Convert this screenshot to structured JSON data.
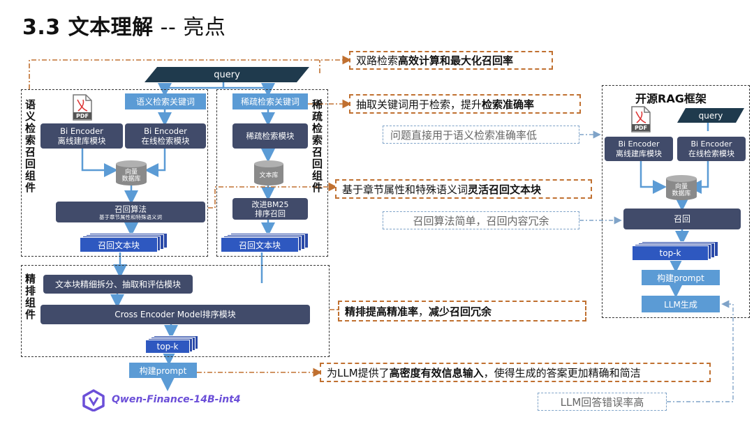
{
  "title": {
    "main": "3.3 文本理解",
    "sub": " -- 亮点"
  },
  "query_label": "query",
  "semantic_group": {
    "label": "语义检索召回组件",
    "keyword_box": "语义检索关键词",
    "offline": {
      "line1": "Bi Encoder",
      "line2": "离线建库模块"
    },
    "online": {
      "line1": "Bi Encoder",
      "line2": "在线检索模块"
    },
    "db": {
      "line1": "向量",
      "line2": "数据库"
    },
    "recall": {
      "line1": "召回算法",
      "line2": "基于章节属性和特殊语义词"
    },
    "chunks": "召回文本块"
  },
  "sparse_group": {
    "label": "稀疏检索召回组件",
    "keyword_box": "稀疏检索关键词",
    "module": "稀疏检索模块",
    "db": "文本库",
    "bm25": {
      "line1": "改进BM25",
      "line2": "排序召回"
    },
    "chunks": "召回文本块"
  },
  "rank_group": {
    "label": "精排组件",
    "split": "文本块精细拆分、抽取和评估模块",
    "cross": "Cross Encoder Model排序模块",
    "topk": "top-k"
  },
  "build_prompt": "构建prompt",
  "logo_text": "Qwen-Finance-14B-int4",
  "callouts": {
    "c1": {
      "normal": "双路检索",
      "bold": "高效计算和最大化召回率"
    },
    "c2": {
      "normal": "抽取关键词用于检索，提升",
      "bold": "检索准确率"
    },
    "c3": {
      "normal": "基于章节属性和特殊语义词",
      "bold": "灵活召回文本块"
    },
    "c4": {
      "bold": "精排提高精准率",
      "normal": "，",
      "bold2": "减少召回冗余"
    },
    "c5": {
      "pre": "为LLM提供了",
      "bold": "高密度有效信息输入",
      "post": "，使得生成的答案更加精确和简洁"
    }
  },
  "notes": {
    "n1": "问题直接用于语义检索准确率低",
    "n2": "召回算法简单，召回内容冗余",
    "n3": "LLM回答错误率高"
  },
  "open_rag": {
    "title": "开源RAG框架",
    "query": "query",
    "offline": {
      "line1": "Bi Encoder",
      "line2": "离线建库模块"
    },
    "online": {
      "line1": "Bi Encoder",
      "line2": "在线检索模块"
    },
    "db": {
      "line1": "向量",
      "line2": "数据库"
    },
    "recall": "召回",
    "topk": "top-k",
    "prompt": "构建prompt",
    "llm": "LLM生成"
  },
  "colors": {
    "dark_box": "#414b6a",
    "light_box": "#5b9bd5",
    "stack": "#2e58c0",
    "callout_border": "#c07030",
    "note_border": "#7fa3c8",
    "arrow": "#5b9bd5"
  }
}
